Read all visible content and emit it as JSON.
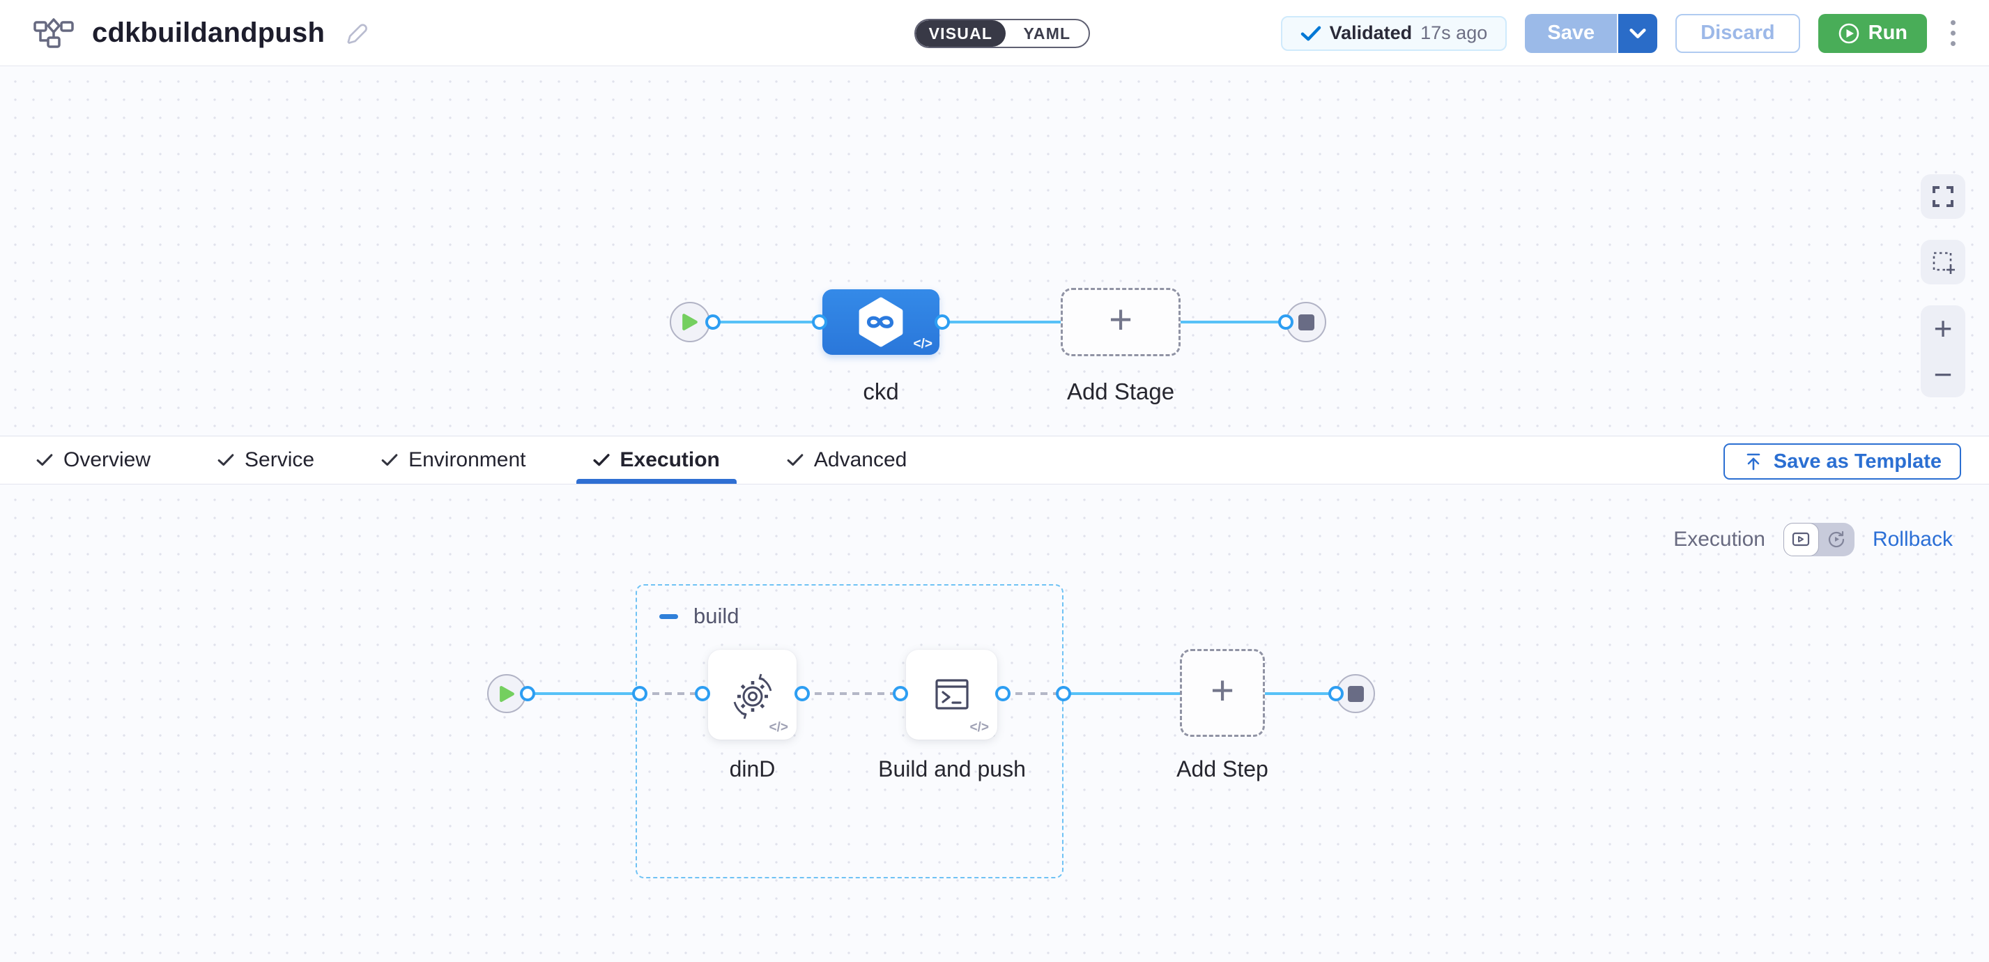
{
  "header": {
    "title": "cdkbuildandpush",
    "mode_toggle": {
      "visual": "VISUAL",
      "yaml": "YAML"
    },
    "validation": {
      "status": "Validated",
      "time": "17s ago"
    },
    "buttons": {
      "save": "Save",
      "discard": "Discard",
      "run": "Run"
    }
  },
  "stage_canvas": {
    "stage_label": "ckd",
    "add_stage_label": "Add Stage"
  },
  "tabs": {
    "items": [
      {
        "label": "Overview"
      },
      {
        "label": "Service"
      },
      {
        "label": "Environment"
      },
      {
        "label": "Execution"
      },
      {
        "label": "Advanced"
      }
    ],
    "active_tab": "Execution",
    "save_as_template": "Save as Template"
  },
  "execution_panel": {
    "view_switch": {
      "left_label": "Execution",
      "right_label": "Rollback"
    },
    "group": {
      "label": "build"
    },
    "steps": [
      {
        "label": "dinD"
      },
      {
        "label": "Build and push"
      }
    ],
    "add_step_label": "Add Step"
  },
  "icons": {
    "plus": "+",
    "minus": "−",
    "code": "</>"
  },
  "colors": {
    "accent_blue": "#2b6fd2",
    "primary_blue": "#0278d5",
    "stage_node_blue": "#2d7ee0",
    "connector_blue": "#57c1f7",
    "run_green": "#49ad58",
    "validated_bg": "#f3fafe",
    "canvas_bg": "#fafbfe"
  }
}
